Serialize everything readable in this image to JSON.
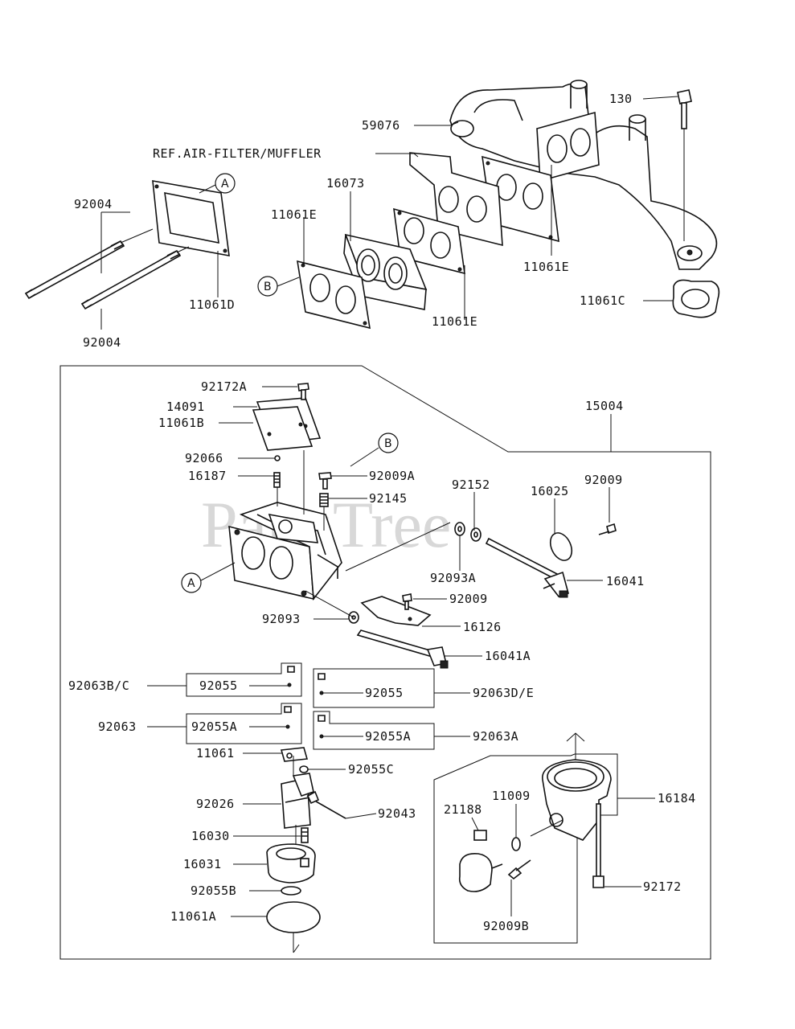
{
  "watermark": "PartsTree",
  "callouts": {
    "a": "A",
    "b": "B"
  },
  "labels": {
    "p130": "130",
    "p59076": "59076",
    "ref_air_filter": "REF.AIR-FILTER/MUFFLER",
    "p92004_top": "92004",
    "p16073": "16073",
    "p11061e_left": "11061E",
    "p11061e_right": "11061E",
    "p11061e_bottom": "11061E",
    "p11061d": "11061D",
    "p92004_bottom": "92004",
    "p11061c": "11061C",
    "p92172a": "92172A",
    "p14091": "14091",
    "p11061b": "11061B",
    "p15004": "15004",
    "p92066": "92066",
    "p16187": "16187",
    "p92009a": "92009A",
    "p92145": "92145",
    "p92152": "92152",
    "p16025": "16025",
    "p92009_top": "92009",
    "p92093a": "92093A",
    "p16041": "16041",
    "p92009_mid": "92009",
    "p92093": "92093",
    "p16126": "16126",
    "p16041a": "16041A",
    "p92063bc": "92063B/C",
    "p92055_a": "92055",
    "p92055_b": "92055",
    "p92063de": "92063D/E",
    "p92063": "92063",
    "p92055a_a": "92055A",
    "p92055a_b": "92055A",
    "p92063a": "92063A",
    "p11061": "11061",
    "p92055c": "92055C",
    "p92026": "92026",
    "p92043": "92043",
    "p11009": "11009",
    "p21188": "21188",
    "p16184": "16184",
    "p16030": "16030",
    "p16031": "16031",
    "p92172": "92172",
    "p92055b": "92055B",
    "p92009b": "92009B",
    "p11061a": "11061A"
  }
}
